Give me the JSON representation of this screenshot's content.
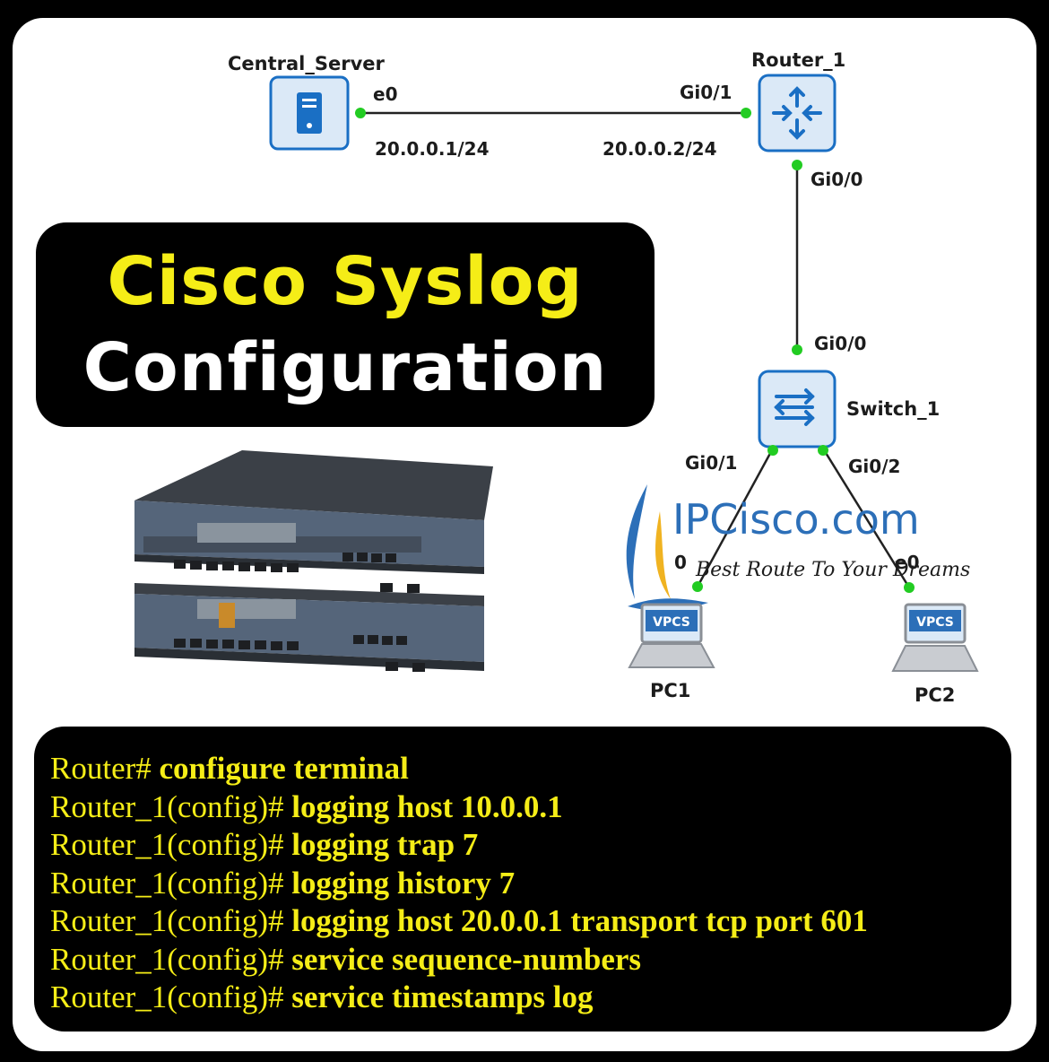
{
  "nodes": {
    "server": {
      "label": "Central_Server"
    },
    "router": {
      "label": "Router_1"
    },
    "switch": {
      "label": "Switch_1"
    },
    "pc1": {
      "label": "PC1",
      "badge": "VPCS",
      "port_fragment": "0"
    },
    "pc2": {
      "label": "PC2",
      "badge": "VPCS",
      "port_fragment": "e0"
    }
  },
  "ports": {
    "server_e0": "e0",
    "server_ip": "20.0.0.1/24",
    "router_gi01": "Gi0/1",
    "router_ip": "20.0.0.2/24",
    "router_gi00": "Gi0/0",
    "switch_gi00": "Gi0/0",
    "switch_gi01": "Gi0/1",
    "switch_gi02": "Gi0/2"
  },
  "title": {
    "line1": "Cisco Syslog",
    "line2": "Configuration"
  },
  "watermark": {
    "name": "IPCisco.com",
    "tagline": "Best Route To Your Dreams"
  },
  "commands": [
    {
      "prompt": "Router#",
      "command": "configure terminal"
    },
    {
      "prompt": "Router_1(config)#",
      "command": "logging host 10.0.0.1"
    },
    {
      "prompt": "Router_1(config)#",
      "command": "logging trap 7"
    },
    {
      "prompt": "Router_1(config)#",
      "command": "logging history 7"
    },
    {
      "prompt": "Router_1(config)#",
      "command": "logging host 20.0.0.1 transport tcp port 601"
    },
    {
      "prompt": "Router_1(config)#",
      "command": "service sequence-numbers"
    },
    {
      "prompt": "Router_1(config)#",
      "command": "service timestamps log"
    }
  ],
  "colors": {
    "title_yellow": "#f5ed17",
    "command_yellow": "#f5ed17",
    "node_blue": "#1a6fc4",
    "node_fill": "#dbe9f7",
    "link_dot": "#22cc22"
  }
}
